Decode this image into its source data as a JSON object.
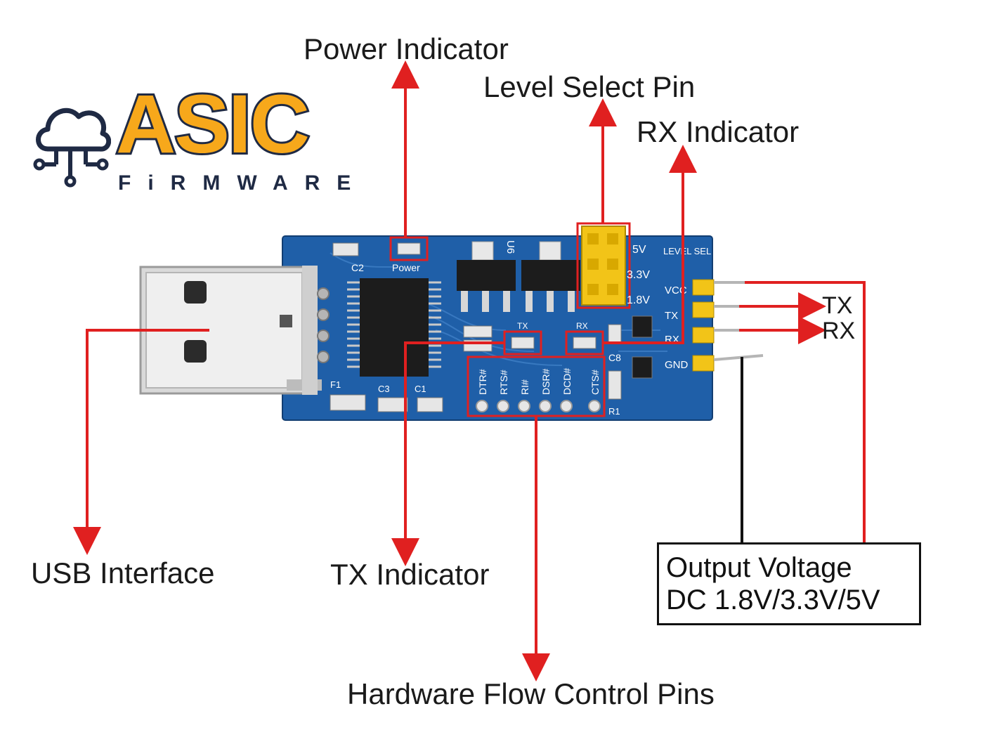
{
  "brand": {
    "name": "ASIC",
    "tagline": "FiRMWARE",
    "logo_colors": {
      "accent": "#f7a81b",
      "dark": "#1f2a44"
    },
    "logo_icon": "cloud-circuit-icon"
  },
  "callouts": {
    "power_indicator": "Power Indicator",
    "level_select_pin": "Level Select Pin",
    "rx_indicator": "RX Indicator",
    "usb_interface": "USB Interface",
    "tx_indicator": "TX Indicator",
    "hardware_flow_control": "Hardware Flow Control Pins",
    "tx_pin": "TX",
    "rx_pin": "RX",
    "output_voltage_line1": "Output Voltage",
    "output_voltage_line2": "DC 1.8V/3.3V/5V"
  },
  "board_silkscreen": {
    "power": "Power",
    "c2": "C2",
    "u6": "U6",
    "v5": "5V",
    "v33": "3.3V",
    "v18": "1.8V",
    "level_sel": "LEVEL SEL",
    "vcc": "VCC",
    "tx": "TX",
    "rx": "RX",
    "gnd": "GND",
    "tx_led": "TX",
    "rx_led": "RX",
    "c8": "C8",
    "f1": "F1",
    "c3": "C3",
    "c1": "C1",
    "r1": "R1",
    "flow_pins": [
      "DTR#",
      "RTS#",
      "RI#",
      "DSR#",
      "DCD#",
      "CTS#"
    ]
  },
  "colors": {
    "pcb": "#1f5fa8",
    "callout_arrow": "#e02020",
    "header_pin": "#f2c418"
  }
}
